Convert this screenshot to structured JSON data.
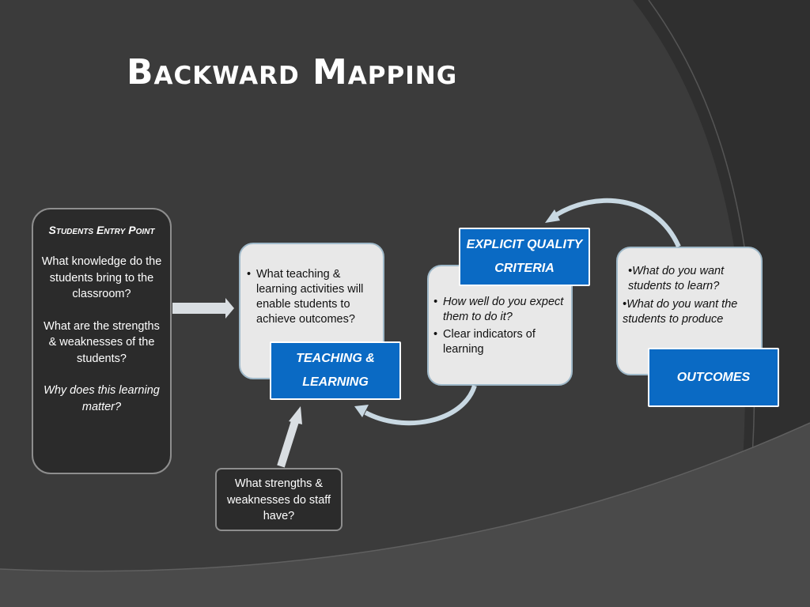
{
  "title": "Backward Mapping",
  "entry": {
    "heading": "Students Entry Point",
    "q1": "What knowledge do the students bring to the classroom?",
    "q2": "What are the strengths & weaknesses of the students?",
    "q3": "Why does this learning matter?"
  },
  "teaching": {
    "bullets": [
      "What teaching & learning activities will enable students to achieve outcomes?"
    ],
    "label": "TEACHING & LEARNING"
  },
  "quality": {
    "label": "EXPLICIT QUALITY CRITERIA",
    "bullets": [
      "How well do you expect them to do it?",
      "Clear indicators of learning"
    ]
  },
  "outcomes": {
    "lines": [
      "•What do you want students to learn?",
      "•What do you want the students to produce"
    ],
    "label": "OUTCOMES"
  },
  "staff": {
    "text": "What strengths & weaknesses do staff have?"
  },
  "colors": {
    "background": "#3b3b3b",
    "accent_blue": "#0a6ac4",
    "light_box": "#e8e8e8",
    "box_border": "#9fb9c9",
    "dark_box": "#2b2b2b",
    "arrow": "#d9dee2"
  }
}
